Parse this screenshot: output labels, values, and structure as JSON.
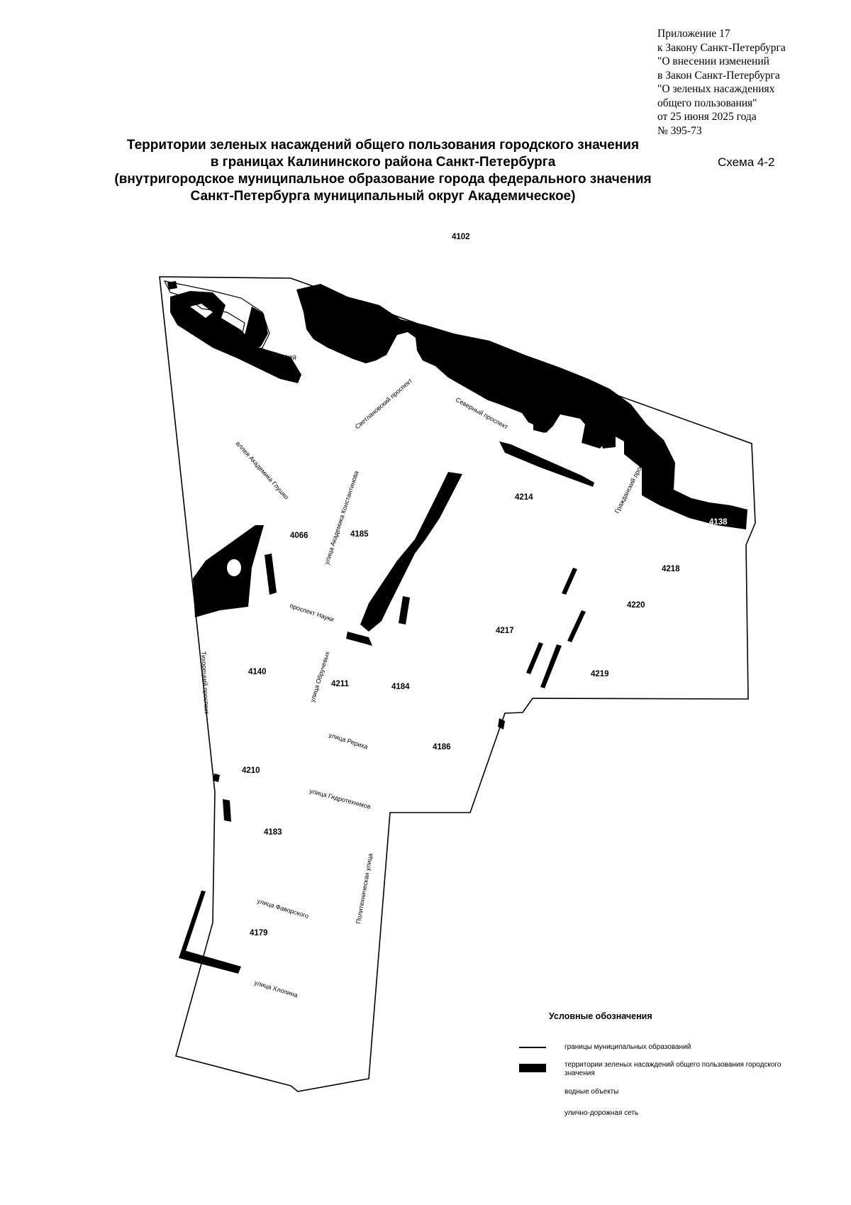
{
  "appendix": [
    "Приложение 17",
    "к Закону Санкт-Петербурга",
    "\"О внесении изменений",
    "в Закон Санкт-Петербурга",
    "\"О зеленых насаждениях",
    "общего пользования\"",
    "от 25 июня 2025 года",
    "№ 395-73"
  ],
  "title": [
    "Территории зеленых насаждений общего пользования городского значения",
    "в границах Калининского района Санкт-Петербурга",
    "(внутригородское муниципальное образование города федерального значения",
    "Санкт-Петербурга муниципальный округ Академическое)"
  ],
  "scheme_label": "Схема 4-2",
  "map": {
    "area_codes": [
      "4102",
      "4066",
      "4185",
      "4214",
      "4138",
      "4218",
      "4220",
      "4217",
      "4219",
      "4140",
      "4211",
      "4184",
      "4186",
      "4210",
      "4183",
      "4179"
    ],
    "street_labels": [
      "Муринский ручей",
      "Светлановский проспект",
      "Северный проспект",
      "аллея Академика Глушко",
      "улица Академика Константинова",
      "Гражданский проспект",
      "проспект Науки",
      "улица Обручевых",
      "Тихорецкий проспект",
      "улица Рериха",
      "улица Гидротехников",
      "улица Фаворского",
      "Политехническая улица",
      "улица Хлопина"
    ]
  },
  "legend": {
    "title": "Условные обозначения",
    "items": [
      {
        "symbol": "line",
        "label": "границы муниципальных образований"
      },
      {
        "symbol": "box",
        "label": "территории зеленых насаждений общего пользования городского значения"
      },
      {
        "symbol": "none",
        "label": "водные объекты"
      },
      {
        "symbol": "none",
        "label": "улично-дорожная сеть"
      }
    ]
  },
  "colors": {
    "ink": "#000000",
    "paper": "#ffffff"
  }
}
